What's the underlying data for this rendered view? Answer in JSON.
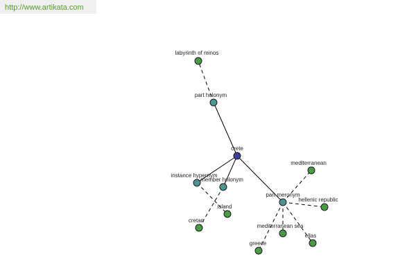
{
  "header": {
    "link_text": "http://www.artikata.com"
  },
  "colors": {
    "center_node": "#3b3f9a",
    "relation_node": "#4e9494",
    "word_node": "#4a9a48",
    "link_text": "#5a9a32"
  },
  "graph": {
    "nodes": [
      {
        "id": "crete",
        "label": "crete",
        "kind": "center"
      },
      {
        "id": "part-holonym",
        "label": "part holonym",
        "kind": "relation"
      },
      {
        "id": "labyrinth-of-minos",
        "label": "labyrinth of minos",
        "kind": "word"
      },
      {
        "id": "instance-hypernym",
        "label": "instance hypernym",
        "kind": "relation"
      },
      {
        "id": "member-holonym",
        "label": "member holonym",
        "kind": "relation"
      },
      {
        "id": "island",
        "label": "island",
        "kind": "word"
      },
      {
        "id": "cretan",
        "label": "cretan",
        "kind": "word"
      },
      {
        "id": "part-meronym",
        "label": "part meronym",
        "kind": "relation"
      },
      {
        "id": "mediterranean",
        "label": "mediterranean",
        "kind": "word"
      },
      {
        "id": "hellenic-republic",
        "label": "hellenic republic",
        "kind": "word"
      },
      {
        "id": "mediterranean-sea",
        "label": "mediterranean sea",
        "kind": "word"
      },
      {
        "id": "ellas",
        "label": "ellas",
        "kind": "word"
      },
      {
        "id": "greece",
        "label": "greece",
        "kind": "word"
      }
    ],
    "edges": [
      {
        "from": "crete",
        "to": "part-holonym",
        "style": "solid"
      },
      {
        "from": "crete",
        "to": "instance-hypernym",
        "style": "solid"
      },
      {
        "from": "crete",
        "to": "member-holonym",
        "style": "solid"
      },
      {
        "from": "crete",
        "to": "part-meronym",
        "style": "solid"
      },
      {
        "from": "part-holonym",
        "to": "labyrinth-of-minos",
        "style": "dashed"
      },
      {
        "from": "instance-hypernym",
        "to": "island",
        "style": "dashed"
      },
      {
        "from": "member-holonym",
        "to": "cretan",
        "style": "dashed"
      },
      {
        "from": "part-meronym",
        "to": "mediterranean",
        "style": "dashed"
      },
      {
        "from": "part-meronym",
        "to": "hellenic-republic",
        "style": "dashed"
      },
      {
        "from": "part-meronym",
        "to": "mediterranean-sea",
        "style": "dashed"
      },
      {
        "from": "part-meronym",
        "to": "ellas",
        "style": "dashed"
      },
      {
        "from": "part-meronym",
        "to": "greece",
        "style": "dashed"
      }
    ]
  }
}
